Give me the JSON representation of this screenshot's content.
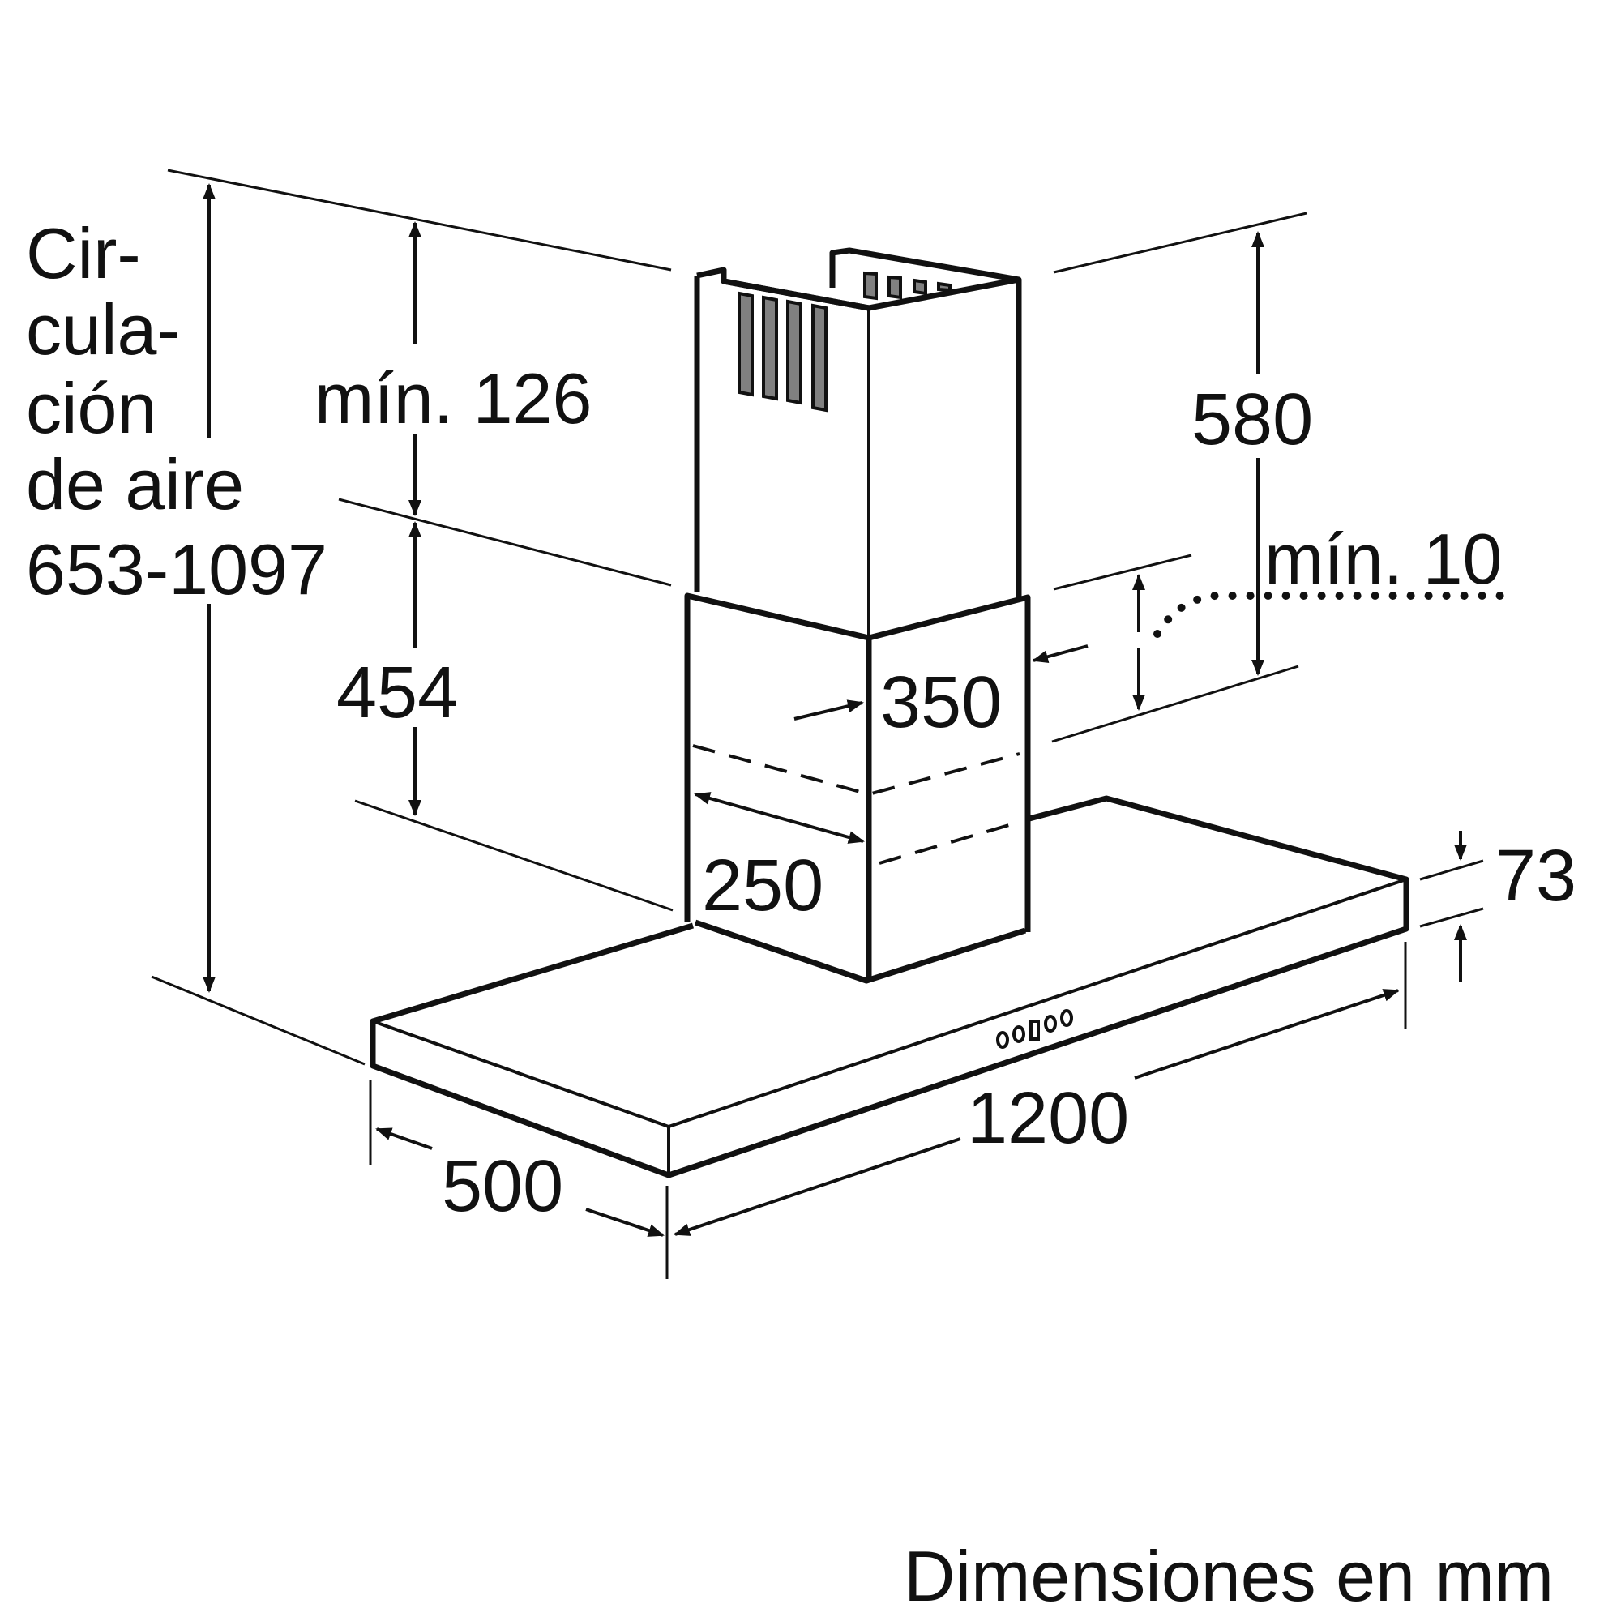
{
  "labels": {
    "circulation": [
      "Cir-",
      "cula-",
      "ción",
      "de aire",
      "653-1097"
    ],
    "min_126": "mín. 126",
    "dim_454": "454",
    "dim_580": "580",
    "min_10": "mín. 10",
    "dim_350": "350",
    "dim_250": "250",
    "dim_73": "73",
    "dim_1200": "1200",
    "dim_500": "500",
    "footer": "Dimensiones en mm"
  },
  "colors": {
    "line": "#111111",
    "vent_fill": "#808080",
    "background": "#ffffff"
  },
  "icons": [
    "control-buttons-icon",
    "dimension-arrow-icon"
  ]
}
